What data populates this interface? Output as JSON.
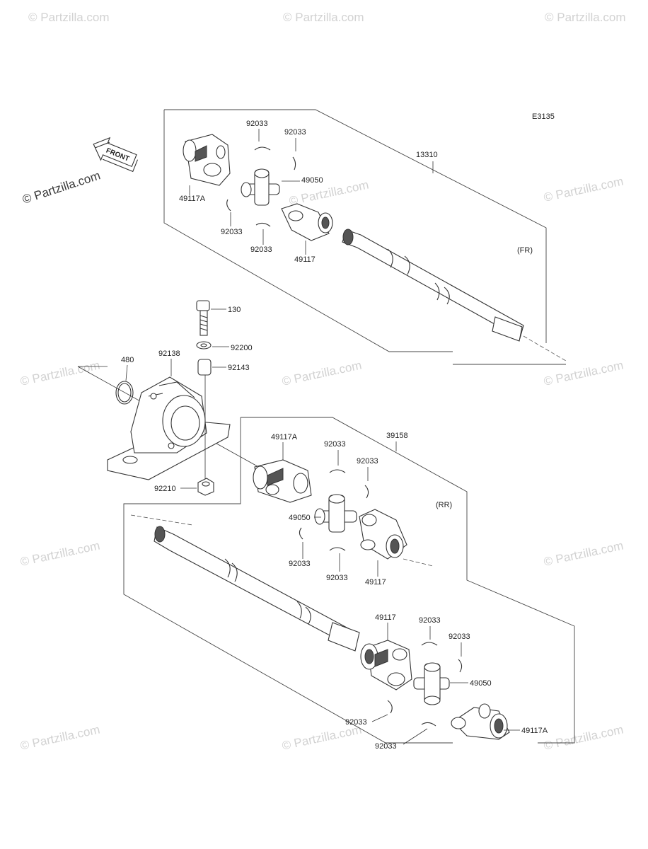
{
  "diagram_code": "E3135",
  "brand_watermark": "© Partzilla.com",
  "front_arrow_label": "FRONT",
  "group_labels": {
    "front": "(FR)",
    "rear": "(RR)"
  },
  "part_labels": {
    "p13310": "13310",
    "p92033_a": "92033",
    "p92033_b": "92033",
    "p49117A_a": "49117A",
    "p49050_a": "49050",
    "p92033_c": "92033",
    "p92033_d": "92033",
    "p49117_a": "49117",
    "p130": "130",
    "p92200": "92200",
    "p92143": "92143",
    "p480": "480",
    "p92138": "92138",
    "p92210": "92210",
    "p39158": "39158",
    "p49117A_b": "49117A",
    "p92033_e": "92033",
    "p92033_f": "92033",
    "p49050_b": "49050",
    "p92033_g": "92033",
    "p92033_h": "92033",
    "p49117_b": "49117",
    "p49117_c": "49117",
    "p92033_i": "92033",
    "p92033_j": "92033",
    "p49050_c": "49050",
    "p92033_k": "92033",
    "p92033_l": "92033",
    "p49117A_c": "49117A"
  }
}
